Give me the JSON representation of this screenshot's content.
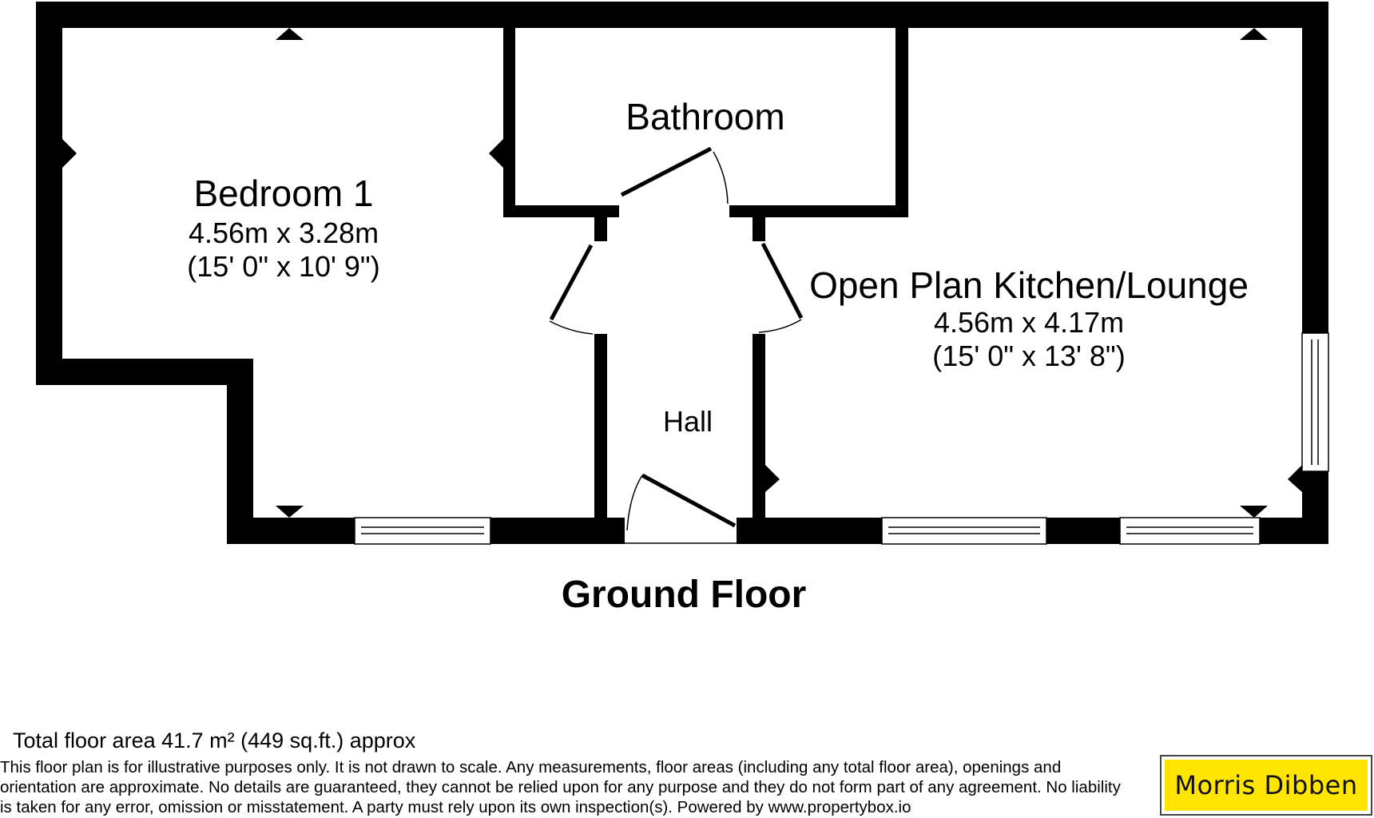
{
  "plan": {
    "floor_title": "Ground Floor",
    "rooms": {
      "bedroom": {
        "name": "Bedroom 1",
        "metric": "4.56m x 3.28m",
        "imperial": "(15' 0\" x 10' 9\")"
      },
      "bathroom": {
        "name": "Bathroom"
      },
      "kitchen": {
        "name": "Open Plan Kitchen/Lounge",
        "metric": "4.56m x 4.17m",
        "imperial": "(15' 0\" x 13' 8\")"
      },
      "hall": {
        "name": "Hall"
      }
    }
  },
  "footer": {
    "total_area": "Total floor area 41.7 m² (449 sq.ft.) approx",
    "disclaimer": "This floor plan is for illustrative purposes only. It is not drawn to scale. Any measurements, floor areas (including any total floor area), openings and orientation are approximate. No details are guaranteed, they cannot be relied upon for any purpose and they do not form part of any agreement. No liability is taken for any error, omission or misstatement. A party must rely upon its own inspection(s). Powered by www.propertybox.io",
    "logo_text": "Morris Dibben",
    "logo_color": "#ffe500"
  }
}
